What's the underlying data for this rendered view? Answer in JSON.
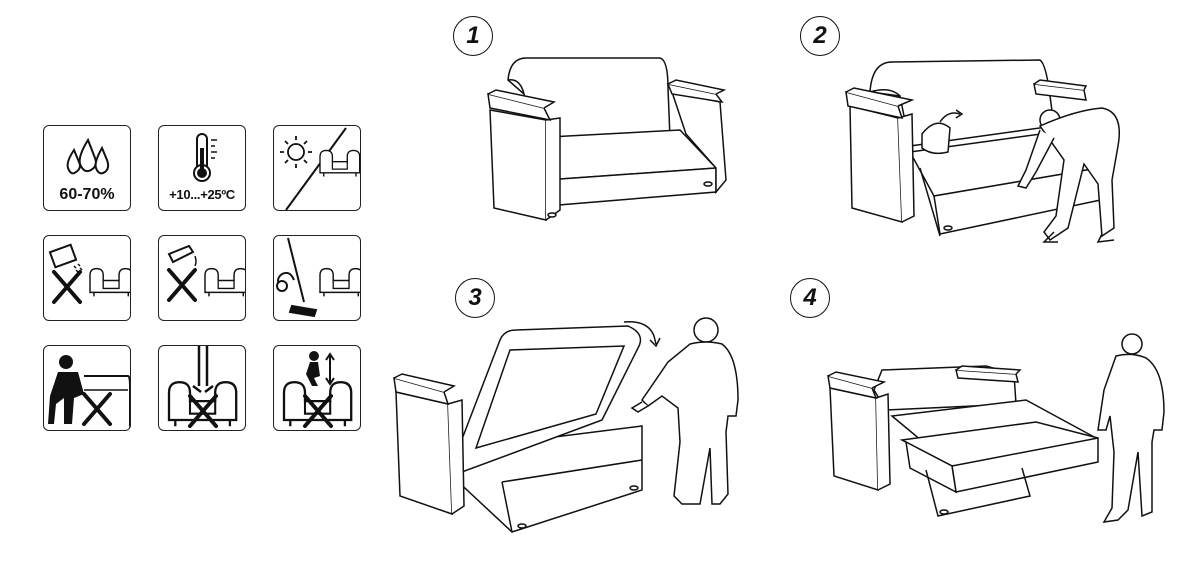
{
  "care_icons": {
    "humidity": {
      "icon": "water-drops-icon",
      "label": "60-70%"
    },
    "temperature": {
      "icon": "thermometer-icon",
      "label": "+10...+25ºC"
    },
    "no_sunlight": {
      "icon": "sun-icon"
    },
    "no_wet_cleaning": {
      "icon": "no-spray-icon"
    },
    "no_chemicals": {
      "icon": "no-chemical-icon"
    },
    "vacuum": {
      "icon": "vacuum-cleaner-icon"
    },
    "no_sitting_on_armrest": {
      "icon": "no-armrest-sitting-icon"
    },
    "no_heavy_load": {
      "icon": "no-heavy-load-icon"
    },
    "no_jumping": {
      "icon": "no-jumping-icon"
    }
  },
  "steps": [
    {
      "number": "1"
    },
    {
      "number": "2"
    },
    {
      "number": "3"
    },
    {
      "number": "4"
    }
  ],
  "colors": {
    "line": "#111111",
    "fill": "#ffffff",
    "shade": "#e8e8e8"
  }
}
